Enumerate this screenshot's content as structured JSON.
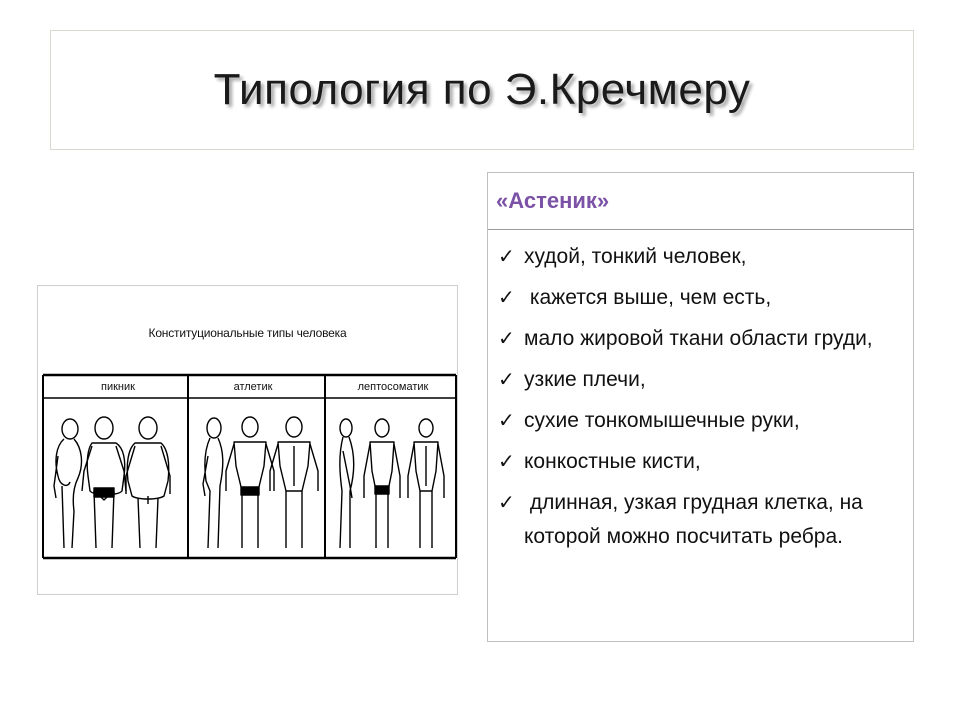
{
  "title": "Типология по Э.Кречмеру",
  "panel": {
    "heading": "«Астеник»",
    "items": [
      "худой, тонкий человек,",
      " кажется выше, чем есть,",
      "мало жировой ткани области груди,",
      "узкие плечи,",
      "сухие тонкомышечные руки,",
      "конкостные кисти,",
      " длинная, узкая грудная клетка, на которой можно посчитать ребра."
    ]
  },
  "figure": {
    "title": "Конституциональные типы человека",
    "columns": [
      "пикник",
      "атлетик",
      "лептосоматик"
    ]
  }
}
